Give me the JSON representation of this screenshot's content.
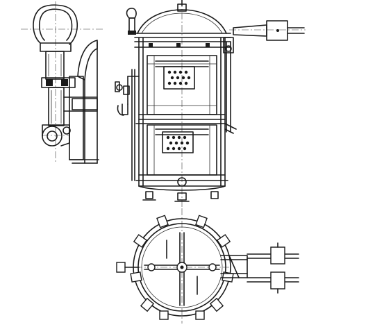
{
  "figure": {
    "views": [
      {
        "id": "lid-lifting-detail",
        "description_text": ""
      },
      {
        "id": "vessel-elevation",
        "description_text": ""
      },
      {
        "id": "vessel-plan",
        "description_text": ""
      }
    ],
    "colors": {
      "ink": "#1a1a1a",
      "paper": "#ffffff"
    }
  }
}
